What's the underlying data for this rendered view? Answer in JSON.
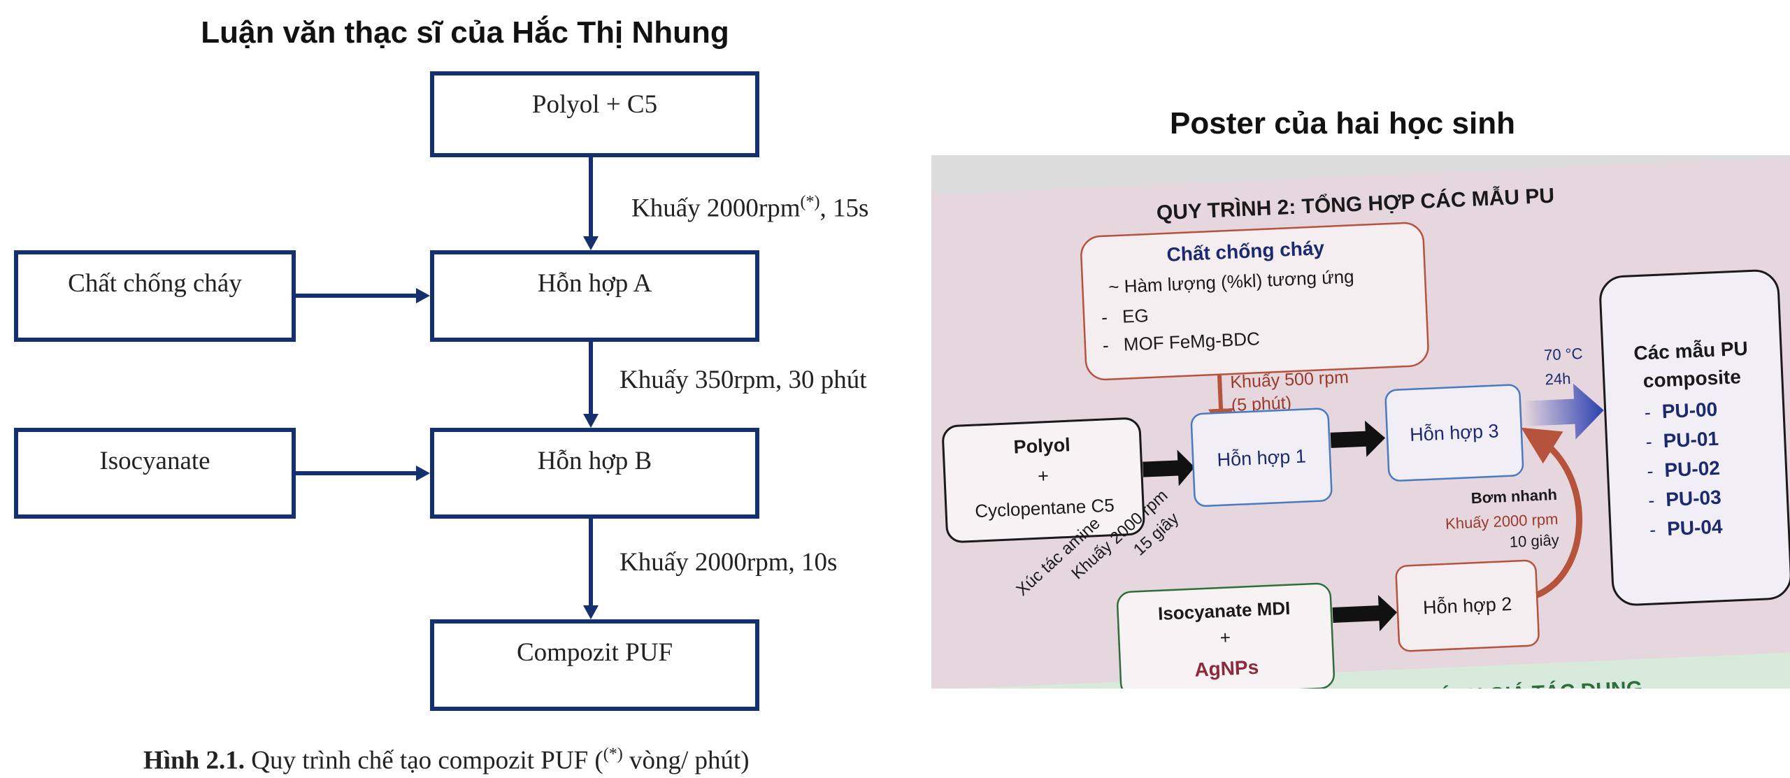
{
  "left": {
    "heading": "Luận văn thạc sĩ của Hắc Thị Nhung",
    "boxes": {
      "polyol": "Polyol + C5",
      "fire_retardant": "Chất chống cháy",
      "mix_a": "Hỗn hợp A",
      "isocyanate": "Isocyanate",
      "mix_b": "Hỗn hợp B",
      "product": "Compozit PUF"
    },
    "steps": {
      "step1_main": "Khuấy 2000rpm",
      "step1_sup": "(*)",
      "step1_tail": ", 15s",
      "step2": "Khuấy 350rpm, 30 phút",
      "step3": "Khuấy 2000rpm, 10s"
    },
    "caption": {
      "label": "Hình 2.1.",
      "text": " Quy trình chế tạo compozit PUF (",
      "sup": "(*)",
      "tail": " vòng/ phút)"
    },
    "line_color": "#14306e"
  },
  "right": {
    "heading": "Poster của hai học sinh",
    "poster": {
      "title": "QUY TRÌNH 2: TỔNG HỢP CÁC MẪU PU",
      "fire_box": {
        "title": "Chất chống cháy",
        "line1": "~ Hàm lượng (%kl) tương ứng",
        "items": [
          "EG",
          "MOF FeMg-BDC"
        ]
      },
      "polyol_box": {
        "line1": "Polyol",
        "plus": "+",
        "line2": "Cyclopentane C5"
      },
      "mix1": "Hỗn hợp 1",
      "mix2": "Hỗn hợp 2",
      "mix3": "Hỗn hợp 3",
      "stir500": {
        "line1": "Khuấy 500 rpm",
        "line2": "(5 phút)"
      },
      "diag_labels": [
        "Xúc tác amine",
        "Khuấy 2000 rpm",
        "15 giây"
      ],
      "cure": {
        "temp": "70 °C",
        "time": "24h"
      },
      "pump": {
        "title": "Bơm nhanh",
        "line1": "Khuấy 2000 rpm",
        "line2": "10 giây"
      },
      "iso_box": {
        "line1": "Isocyanate MDI",
        "plus": "+",
        "line2": "AgNPs"
      },
      "result_box": {
        "line1": "Các mẫu PU",
        "line2": "composite",
        "items": [
          "PU-00",
          "PU-01",
          "PU-02",
          "PU-03",
          "PU-04"
        ]
      },
      "bottom_heading": "ÁNH GIÁ TÁC DỤNG",
      "colors": {
        "background": "#e6d6de",
        "navy": "#1b2a6e",
        "red": "#b5533c",
        "blue_arrow": "#2a3fb0",
        "green_strip": "#d7eadb"
      }
    }
  }
}
